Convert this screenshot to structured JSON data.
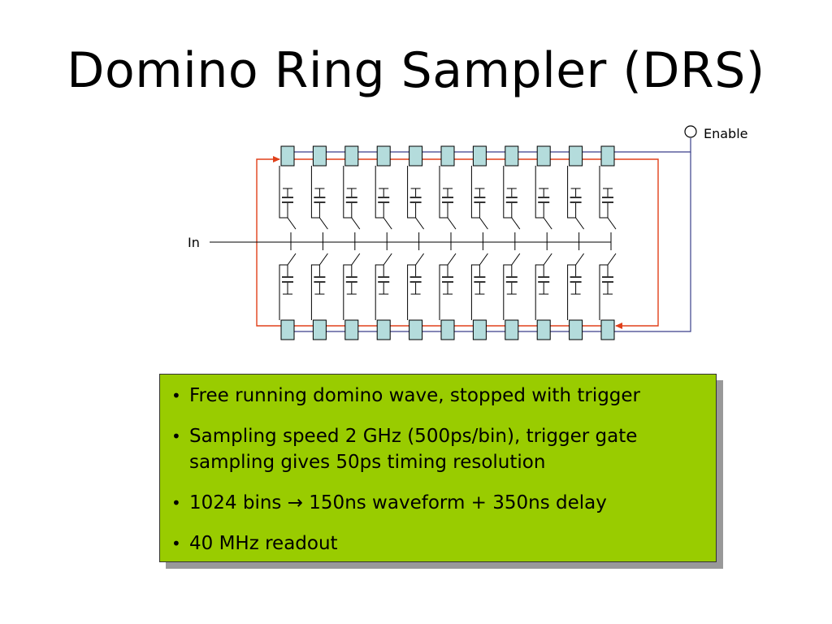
{
  "slide": {
    "title": "Domino Ring Sampler (DRS)"
  },
  "diagram": {
    "input_label": "In",
    "enable_label": "Enable",
    "cells_per_row": 11,
    "colors": {
      "domino": "#e0401a",
      "enable": "#3a3f8a",
      "cell_fill": "#b4dcdc",
      "wire": "#000000"
    }
  },
  "bullets": [
    {
      "text": "Free running domino wave, stopped with trigger"
    },
    {
      "text": "Sampling speed 2 GHz (500ps/bin), trigger gate sampling gives 50ps timing resolution"
    },
    {
      "text": "1024 bins → 150ns waveform + 350ns delay"
    },
    {
      "text": "40 MHz readout"
    }
  ]
}
